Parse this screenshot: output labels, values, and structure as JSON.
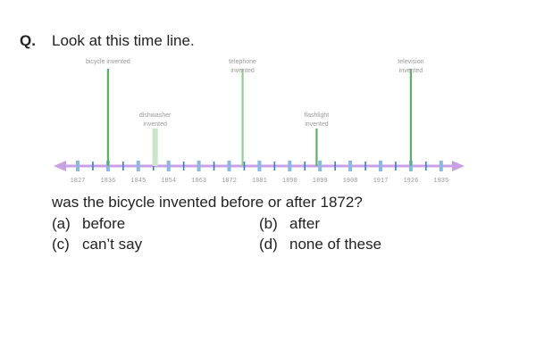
{
  "question": {
    "label": "Q.",
    "intro": "Look at this time line.",
    "text": "was the bicycle invented before or after 1872?"
  },
  "timeline": {
    "years": [
      "1827",
      "1836",
      "1845",
      "1854",
      "1863",
      "1872",
      "1881",
      "1890",
      "1899",
      "1908",
      "1917",
      "1926",
      "1935"
    ],
    "events": [
      {
        "year": 1836,
        "lines": [
          "bicycle invented"
        ],
        "color": "#5fae6a"
      },
      {
        "year": 1850,
        "lines": [
          "dishwasher",
          "invented"
        ],
        "color": "#c9e6c9"
      },
      {
        "year": 1876,
        "lines": [
          "telephone",
          "invented"
        ],
        "color": "#8fcf95"
      },
      {
        "year": 1898,
        "lines": [
          "flashlight",
          "invented"
        ],
        "color": "#5fae6a"
      },
      {
        "year": 1926,
        "lines": [
          "television",
          "invented"
        ],
        "color": "#5fae6a"
      }
    ],
    "axis_color": "#c9a0e6",
    "tick_color": "#8ab8e0",
    "tick_dark_color": "#3a7fc0"
  },
  "options": {
    "a": {
      "key": "(a)",
      "text": "before"
    },
    "b": {
      "key": "(b)",
      "text": "after"
    },
    "c": {
      "key": "(c)",
      "text": "can’t say"
    },
    "d": {
      "key": "(d)",
      "text": "none of these"
    }
  }
}
